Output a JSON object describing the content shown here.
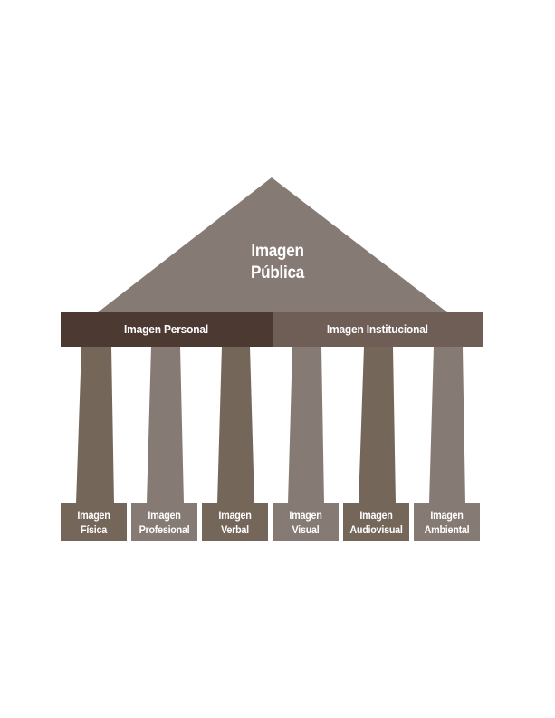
{
  "pediment": {
    "line1": "Imagen",
    "line2": "Pública",
    "color": "#867a74"
  },
  "beams": [
    {
      "label": "Imagen Personal",
      "color": "#4b3932"
    },
    {
      "label": "Imagen Institucional",
      "color": "#6e5e55"
    }
  ],
  "columns": [
    {
      "line1": "Imagen",
      "line2": "Física",
      "color": "#75665a"
    },
    {
      "line1": "Imagen",
      "line2": "Profesional",
      "color": "#867a74"
    },
    {
      "line1": "Imagen",
      "line2": "Verbal",
      "color": "#75665a"
    },
    {
      "line1": "Imagen",
      "line2": "Visual",
      "color": "#867a74"
    },
    {
      "line1": "Imagen",
      "line2": "Audiovisual",
      "color": "#75665a"
    },
    {
      "line1": "Imagen",
      "line2": "Ambiental",
      "color": "#867a74"
    }
  ]
}
